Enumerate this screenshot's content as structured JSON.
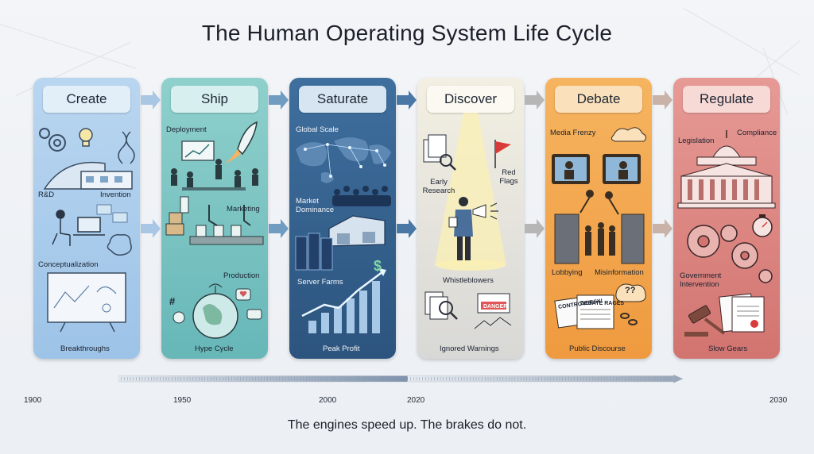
{
  "title": "The Human Operating System Life Cycle",
  "stages": [
    {
      "name": "Create",
      "colors": {
        "top": "#b9d6f0",
        "bottom": "#9dc3e8",
        "head": "#e2eff9"
      },
      "labels": [
        "R&D",
        "Invention",
        "Conceptualization",
        "Breakthroughs"
      ]
    },
    {
      "name": "Ship",
      "colors": {
        "top": "#8fd0cc",
        "bottom": "#67b7b8",
        "head": "#d7efee"
      },
      "labels": [
        "Deployment",
        "Marketing",
        "Production",
        "Hype Cycle"
      ]
    },
    {
      "name": "Saturate",
      "colors": {
        "top": "#3f6f9e",
        "bottom": "#2c547e",
        "head": "#d7e5f2"
      },
      "labels": [
        "Global Scale",
        "Market Dominance",
        "Server Farms",
        "Peak Profit"
      ]
    },
    {
      "name": "Discover",
      "colors": {
        "top": "#f3efe2",
        "bottom": "#d8d8d6",
        "head": "#fbf9f1"
      },
      "labels": [
        "Early Research",
        "Red Flags",
        "Whistleblowers",
        "Ignored Warnings"
      ]
    },
    {
      "name": "Debate",
      "colors": {
        "top": "#f6b460",
        "bottom": "#ef9a3f",
        "head": "#fbe1bb"
      },
      "labels": [
        "Media Frenzy",
        "Lobbying",
        "Misinformation",
        "Public Discourse"
      ]
    },
    {
      "name": "Regulate",
      "colors": {
        "top": "#e79a95",
        "bottom": "#d27470",
        "head": "#f7d9d6"
      },
      "labels": [
        "Legislation",
        "Compliance",
        "Government Intervention",
        "Slow Gears"
      ]
    }
  ],
  "art_text": {
    "red_flag_sign": "DANGER",
    "headline_a": "CONTROVERSY!",
    "headline_b": "DEBATE RAGES",
    "question_marks": "??",
    "dollar_sign": "$",
    "hash_sign": "#"
  },
  "timeline": {
    "ticks": [
      {
        "label": "1900",
        "value": 1900
      },
      {
        "label": "1950",
        "value": 1950
      },
      {
        "label": "2000",
        "value": 2000
      },
      {
        "label": "2020",
        "value": 2020
      },
      {
        "label": "2030",
        "value": 2030
      }
    ]
  },
  "tagline": "The engines speed up. The brakes do not."
}
